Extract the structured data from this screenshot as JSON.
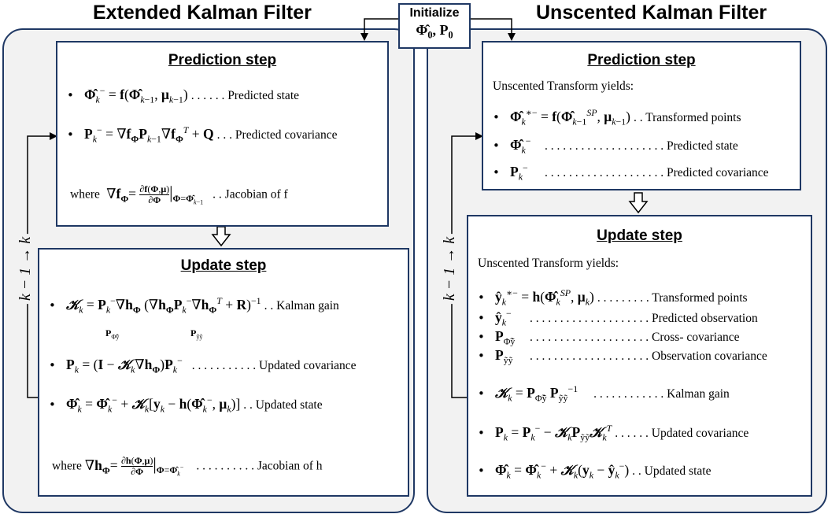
{
  "ekf": {
    "title": "Extended Kalman Filter",
    "prediction": {
      "title": "Prediction step",
      "eq1": "Φ̂ₖ⁻ = f(Φ̂ₖ₋₁, μₖ₋₁)",
      "eq1_label": ". . . . . . Predicted state",
      "eq2": "Pₖ⁻ = ∇f_Φ Pₖ₋₁ ∇f_Φᵀ + Q",
      "eq2_label": ". . . Predicted covariance",
      "where_prefix": "where",
      "jacobian": "∇f_Φ = ∂f(Φ,μ)/∂Φ |Φ=Φ̂ₖ₋₁",
      "jacobian_label": ". . Jacobian of f"
    },
    "update": {
      "title": "Update step",
      "eq1": "𝒦ₖ = Pₖ⁻∇h_Φ (∇h_Φ Pₖ⁻ ∇h_Φᵀ + R)⁻¹",
      "eq1_label": ". . Kalman gain",
      "under1": "P_Φ̃ỹ",
      "under2": "P_ỹỹ",
      "eq2": "Pₖ = (I − 𝒦ₖ∇h_Φ)Pₖ⁻",
      "eq2_label": ". . . . . . . . . . . Updated covariance",
      "eq3": "Φ̂ₖ = Φ̂ₖ⁻ + 𝒦ₖ[yₖ − h(Φ̂ₖ⁻, μₖ)]",
      "eq3_label": ". . Updated state",
      "where_prefix": "where",
      "jacobian": "∇h_Φ = ∂h(Φ,μ)/∂Φ |Φ=Φ̂ₖ⁻",
      "jacobian_label": ". . . . . . . . . . Jacobian of h"
    },
    "loop_label": "k − 1 → k"
  },
  "init": {
    "title": "Initialize",
    "value": "Φ̂₀, P₀"
  },
  "ukf": {
    "title": "Unscented Kalman Filter",
    "prediction": {
      "title": "Prediction step",
      "intro": "Unscented Transform yields:",
      "eq1": "Φ̂ₖ*⁻ = f(Φ̂ₖ₋₁^SP, μₖ₋₁)",
      "eq1_label": ". . Transformed points",
      "eq2": "Φ̂ₖ⁻",
      "eq2_label": ". . . . . . . . . . . . . . . . . . . . Predicted state",
      "eq3": "Pₖ⁻",
      "eq3_label": ". . . . . . . . . . . . . . . . . . . . Predicted covariance"
    },
    "update": {
      "title": "Update step",
      "intro": "Unscented Transform yields:",
      "eq1": "ŷₖ*⁻ = h(Φ̂ₖ^SP, μₖ)",
      "eq1_label": ". . . . . . . . . Transformed points",
      "eq2": "ŷₖ⁻",
      "eq2_label": ". . . . . . . . . . . . . . . . . . . . Predicted observation",
      "eq3": "P_Φ̃ỹ",
      "eq3_label": ". . . . . . . . . . . . . . . . . . . . Cross- covariance",
      "eq4": "P_ỹỹ",
      "eq4_label": ". . . . . . . . . . . . . . . . . . . . Observation covariance",
      "eq5": "𝒦ₖ = P_Φ̃ỹ P_ỹỹ⁻¹",
      "eq5_label": ". . . . . . . . . . . . Kalman gain",
      "eq6": "Pₖ = Pₖ⁻ − 𝒦ₖ P_ỹỹ 𝒦ₖᵀ",
      "eq6_label": ". . . . . . Updated covariance",
      "eq7": "Φ̂ₖ = Φ̂ₖ⁻ + 𝒦ₖ(yₖ − ŷₖ⁻)",
      "eq7_label": ". . Updated state"
    },
    "loop_label": "k − 1 → k"
  },
  "colors": {
    "border": "#1f3864",
    "panel_bg": "#f2f2f2"
  }
}
